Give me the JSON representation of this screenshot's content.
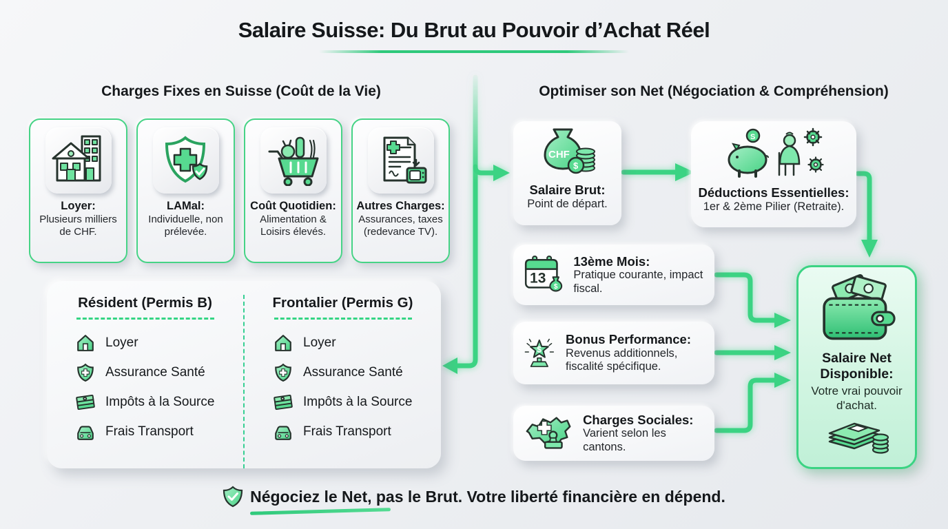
{
  "title": "Salaire Suisse: Du Brut au Pouvoir d’Achat Réel",
  "colors": {
    "accent_green": "#3bd383",
    "card_border_green": "#46d386",
    "net_card_bg": "#d2f5e2",
    "background": "#eef0f3"
  },
  "left_section": {
    "header": "Charges Fixes en Suisse (Coût de la Vie)",
    "cards": [
      {
        "icon": "house-building-icon",
        "label": "Loyer:",
        "description": "Plusieurs milliers de CHF."
      },
      {
        "icon": "shield-cross-icon",
        "label": "LAMal:",
        "description": "Individuelle, non prélevée."
      },
      {
        "icon": "grocery-cart-icon",
        "label": "Coût Quotidien:",
        "description": "Alimentation & Loisirs élevés."
      },
      {
        "icon": "document-tv-icon",
        "label": "Autres Charges:",
        "description": "Assurances, taxes (redevance TV)."
      }
    ],
    "comparison": {
      "columns": [
        {
          "header": "Résident (Permis B)",
          "items": [
            {
              "icon": "house-icon",
              "label": "Loyer"
            },
            {
              "icon": "shield-plus-icon",
              "label": "Assurance Santé"
            },
            {
              "icon": "banknotes-icon",
              "label": "Impôts à la Source"
            },
            {
              "icon": "car-icon",
              "label": "Frais Transport"
            }
          ]
        },
        {
          "header": "Frontalier (Permis G)",
          "items": [
            {
              "icon": "house-icon",
              "label": "Loyer"
            },
            {
              "icon": "shield-plus-icon",
              "label": "Assurance Santé"
            },
            {
              "icon": "banknotes-icon",
              "label": "Impôts à la Source"
            },
            {
              "icon": "car-icon",
              "label": "Frais Transport"
            }
          ]
        }
      ]
    }
  },
  "right_section": {
    "header": "Optimiser son Net (Négociation & Compréhension)",
    "salaire_brut": {
      "icon": "money-bag-chf-icon",
      "label": "Salaire Brut:",
      "description": "Point de départ."
    },
    "deductions": {
      "icon": "piggy-bank-retirement-icon",
      "label": "Déductions Essentielles:",
      "description": "1er & 2ème Pilier (Retraite)."
    },
    "flow_cards": [
      {
        "icon": "calendar-13-icon",
        "label": "13ème Mois:",
        "description": "Pratique courante, impact fiscal."
      },
      {
        "icon": "star-trophy-icon",
        "label": "Bonus Performance:",
        "description": "Revenus additionnels, fiscalité spécifique."
      },
      {
        "icon": "swiss-map-stamp-icon",
        "label": "Charges Sociales:",
        "description": "Varient selon les cantons."
      }
    ],
    "salaire_net": {
      "icons": [
        "wallet-cash-icon",
        "banknotes-coins-icon"
      ],
      "label": "Salaire Net Disponible:",
      "description": "Votre vrai pouvoir d'achat."
    }
  },
  "footer": {
    "icon": "shield-check-icon",
    "text": "Négociez le Net, pas le Brut. Votre liberté financière en dépend."
  }
}
